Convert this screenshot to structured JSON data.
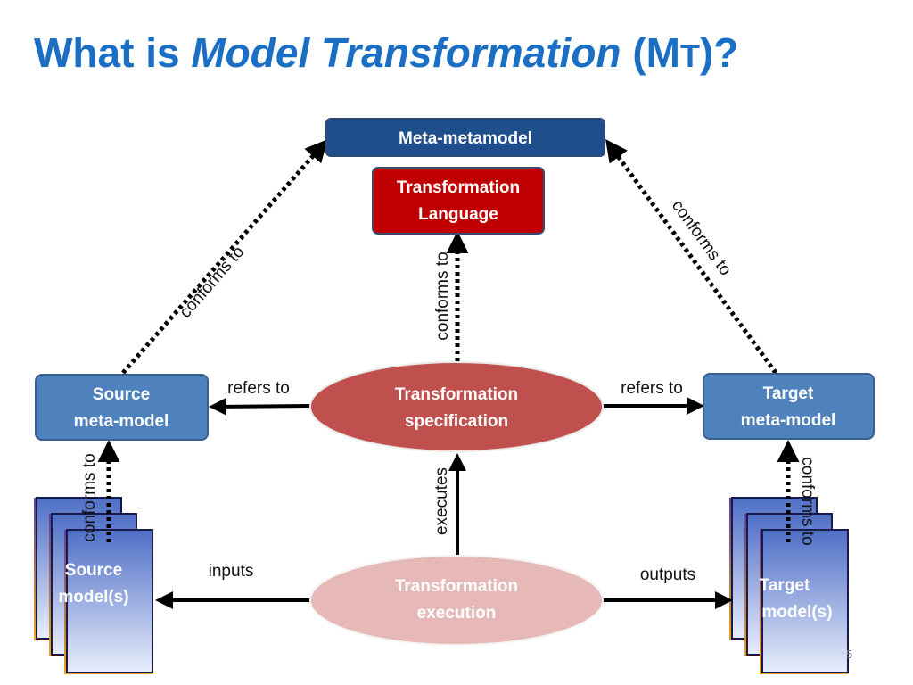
{
  "slide": {
    "title_prefix": "What is ",
    "title_italic": "Model Transformation",
    "title_abbr_open": " (",
    "title_abbr_big": "M",
    "title_abbr_small": "T",
    "title_abbr_close": ")?",
    "page_number": "5"
  },
  "nodes": {
    "meta_metamodel": "Meta-metamodel",
    "transformation_language": [
      "Transformation",
      "Language"
    ],
    "source_metamodel": [
      "Source",
      "meta-model"
    ],
    "target_metamodel": [
      "Target",
      "meta-model"
    ],
    "transformation_specification": [
      "Transformation",
      "specification"
    ],
    "transformation_execution": [
      "Transformation",
      "execution"
    ],
    "source_models": [
      "Source",
      "model(s)"
    ],
    "target_models": [
      "Target",
      "model(s)"
    ]
  },
  "edges": {
    "conforms_to": "conforms to",
    "refers_to": "refers to",
    "executes": "executes",
    "inputs": "inputs",
    "outputs": "outputs"
  },
  "colors": {
    "title": "#1a6fc4",
    "meta_metamodel_fill": "#1f4e8c",
    "transformation_language_fill": "#c00000",
    "metamodel_fill": "#4f81bd",
    "specification_fill": "#c0504d",
    "execution_fill": "#e6b8b7",
    "model_gradient_top": "#4f6fc7",
    "model_gradient_bottom": "#e8eefb",
    "model_outline": "#1a1a4a",
    "model_shadow": "#f0a020"
  }
}
